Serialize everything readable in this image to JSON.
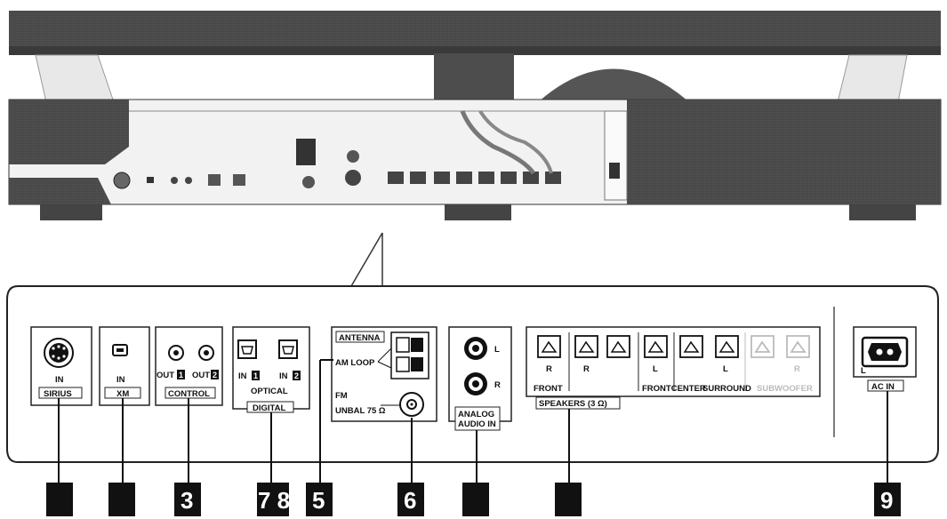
{
  "panels": {
    "sirius": {
      "in": "IN",
      "name": "SIRIUS"
    },
    "xm": {
      "in": "IN",
      "name": "XM"
    },
    "control": {
      "out1": "OUT",
      "out1_num": "1",
      "out2": "OUT",
      "out2_num": "2",
      "name": "CONTROL"
    },
    "digital": {
      "in1": "IN",
      "in1_num": "1",
      "in2": "IN",
      "in2_num": "2",
      "optical": "OPTICAL",
      "name": "DIGITAL"
    },
    "antenna": {
      "name": "ANTENNA",
      "am": "AM LOOP",
      "fm": "FM",
      "fm_sub": "UNBAL 75 Ω"
    },
    "analog": {
      "l": "L",
      "r": "R",
      "name1": "ANALOG",
      "name2": "AUDIO IN"
    },
    "speakers": {
      "r1": "R",
      "r2": "R",
      "l1": "L",
      "l2": "L",
      "r3": "R",
      "front": "FRONT",
      "front_center": "FRONTCENTER",
      "surround": "SURROUND",
      "subwoofer": "SUBWOOFER",
      "name": "SPEAKERS (3 Ω)"
    },
    "ac": {
      "l": "L",
      "name": "AC IN"
    }
  },
  "callouts": [
    "",
    "",
    "3",
    "7 8",
    "5",
    "6",
    "",
    "",
    "9"
  ]
}
